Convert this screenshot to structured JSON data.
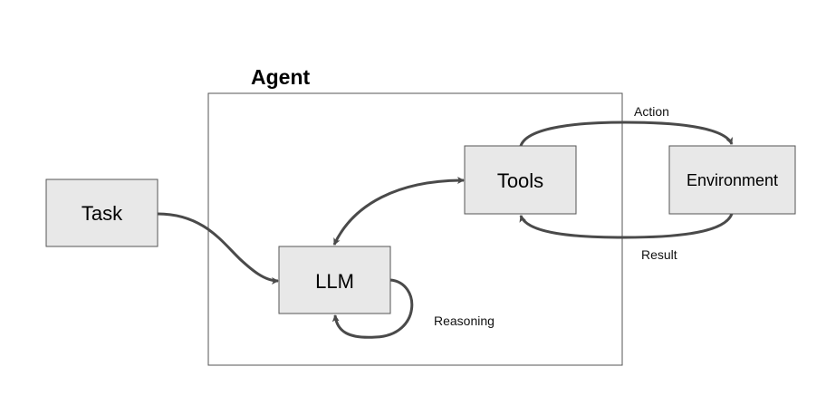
{
  "agent": {
    "title": "Agent"
  },
  "nodes": {
    "task": "Task",
    "llm": "LLM",
    "tools": "Tools",
    "environment": "Environment"
  },
  "edges": {
    "action": "Action",
    "result": "Result",
    "reasoning": "Reasoning"
  },
  "colors": {
    "node_fill": "#e8e8e8",
    "node_stroke": "#555555",
    "arrow": "#4a4a4a",
    "boundary": "#555555"
  }
}
